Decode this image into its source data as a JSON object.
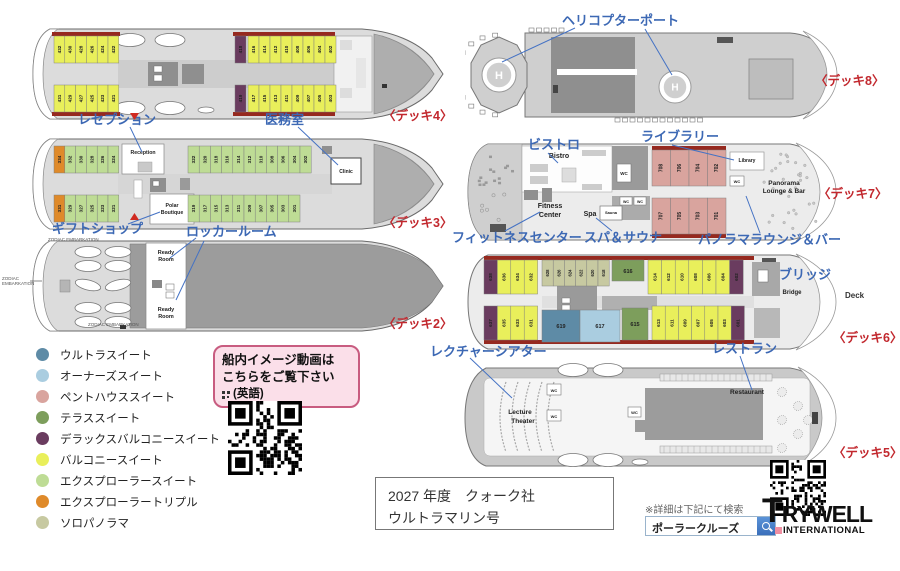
{
  "colors": {
    "ultra": "#5e8ba6",
    "owners": "#aacde0",
    "penthouse": "#d9a49e",
    "terrace": "#7d9e5c",
    "deluxe": "#6a3c5f",
    "balcony": "#e9ef5b",
    "explorer": "#bedc95",
    "triple": "#df8a2a",
    "solo": "#c7c9a1",
    "strip_red": "#96291f",
    "callout_blue": "#3c68b4",
    "deck_label_red": "#c2282e"
  },
  "legend": {
    "items": [
      {
        "id": "ultra",
        "label": "ウルトラスイート",
        "color": "#5e8ba6"
      },
      {
        "id": "owners",
        "label": "オーナーズスイート",
        "color": "#aacde0"
      },
      {
        "id": "penthouse",
        "label": "ペントハウススイート",
        "color": "#d9a49e"
      },
      {
        "id": "terrace",
        "label": "テラススイート",
        "color": "#7d9e5c"
      },
      {
        "id": "deluxe",
        "label": "デラックスバルコニースイート",
        "color": "#6a3c5f"
      },
      {
        "id": "balcony",
        "label": "バルコニースイート",
        "color": "#e9ef5b"
      },
      {
        "id": "explorer",
        "label": "エクスプローラースイート",
        "color": "#bedc95"
      },
      {
        "id": "triple",
        "label": "エクスプローラートリプル",
        "color": "#df8a2a"
      },
      {
        "id": "solo",
        "label": "ソロパノラマ",
        "color": "#c7c9a1"
      }
    ]
  },
  "callouts": {
    "reception": "レセプション",
    "medical": "医務室",
    "gift": "ギフトショップ",
    "locker": "ロッカールーム",
    "heliport": "ヘリコプターポート",
    "bistro": "ビストロ",
    "library": "ライブラリー",
    "fitness": "フィットネスセンター",
    "spa": "スパ＆サウナ",
    "panorama": "パノラマラウンジ＆バー",
    "bridge": "ブリッジ",
    "lecture": "レクチャーシアター",
    "restaurant": "レストラン"
  },
  "decks": {
    "deck4": {
      "label": "〈デッキ4〉",
      "blocks": {
        "top_left": [
          [
            "432",
            "balcony"
          ],
          [
            "430",
            "balcony"
          ],
          [
            "428",
            "balcony"
          ],
          [
            "426",
            "balcony"
          ],
          [
            "424",
            "balcony"
          ],
          [
            "422",
            "balcony"
          ]
        ],
        "top_mid": [
          [
            "418",
            "deluxe"
          ]
        ],
        "top_right": [
          [
            "416",
            "balcony"
          ],
          [
            "414",
            "balcony"
          ],
          [
            "412",
            "balcony"
          ],
          [
            "410",
            "balcony"
          ],
          [
            "408",
            "balcony"
          ],
          [
            "406",
            "balcony"
          ],
          [
            "404",
            "balcony"
          ],
          [
            "402",
            "balcony"
          ]
        ],
        "bottom_left": [
          [
            "431",
            "balcony"
          ],
          [
            "429",
            "balcony"
          ],
          [
            "427",
            "balcony"
          ],
          [
            "425",
            "balcony"
          ],
          [
            "423",
            "balcony"
          ],
          [
            "421",
            "balcony"
          ]
        ],
        "bottom_mid": [
          [
            "419",
            "deluxe"
          ]
        ],
        "bottom_right": [
          [
            "417",
            "balcony"
          ],
          [
            "415",
            "balcony"
          ],
          [
            "413",
            "balcony"
          ],
          [
            "411",
            "balcony"
          ],
          [
            "409",
            "balcony"
          ],
          [
            "407",
            "balcony"
          ],
          [
            "405",
            "balcony"
          ],
          [
            "403",
            "balcony"
          ]
        ]
      }
    },
    "deck3": {
      "label": "〈デッキ3〉",
      "rooms": {
        "reception": "Reception",
        "boutique_1": "Polar",
        "boutique_2": "Boutique",
        "clinic": "Clinic"
      },
      "blocks": {
        "top_left": [
          [
            "334",
            "triple"
          ],
          [
            "332",
            "explorer"
          ],
          [
            "330",
            "explorer"
          ],
          [
            "328",
            "explorer"
          ],
          [
            "326",
            "explorer"
          ],
          [
            "324",
            "explorer"
          ]
        ],
        "top_right": [
          [
            "322",
            "explorer"
          ],
          [
            "320",
            "explorer"
          ],
          [
            "318",
            "explorer"
          ],
          [
            "316",
            "explorer"
          ],
          [
            "314",
            "explorer"
          ],
          [
            "312",
            "explorer"
          ],
          [
            "310",
            "explorer"
          ],
          [
            "308",
            "explorer"
          ],
          [
            "306",
            "explorer"
          ],
          [
            "304",
            "explorer"
          ],
          [
            "302",
            "explorer"
          ]
        ],
        "bottom_left": [
          [
            "331",
            "triple"
          ],
          [
            "329",
            "explorer"
          ],
          [
            "327",
            "explorer"
          ],
          [
            "325",
            "explorer"
          ],
          [
            "323",
            "explorer"
          ],
          [
            "321",
            "explorer"
          ]
        ],
        "bottom_right": [
          [
            "319",
            "explorer"
          ],
          [
            "317",
            "explorer"
          ],
          [
            "315",
            "explorer"
          ],
          [
            "313",
            "explorer"
          ],
          [
            "311",
            "explorer"
          ],
          [
            "309",
            "explorer"
          ],
          [
            "307",
            "explorer"
          ],
          [
            "305",
            "explorer"
          ],
          [
            "303",
            "explorer"
          ],
          [
            "301",
            "explorer"
          ]
        ]
      }
    },
    "deck2": {
      "label": "〈デッキ2〉",
      "rooms": {
        "ready_room_1": "Ready",
        "ready_room_2": "Room"
      },
      "zodiac": "ZODIAC EMBARKATION"
    },
    "deck8": {
      "label": "〈デッキ8〉",
      "helipad_letter": "H"
    },
    "deck7": {
      "label": "〈デッキ7〉",
      "rooms": {
        "bistro": "Bistro",
        "library": "Library",
        "wc": "WC",
        "panorama_1": "Panorama",
        "panorama_2": "Lounge & Bar",
        "fitness_1": "Fitness",
        "fitness_2": "Center",
        "spa": "Spa",
        "sauna": "Sauna"
      },
      "blocks": {
        "top": [
          [
            "708",
            "penthouse"
          ],
          [
            "706",
            "penthouse"
          ],
          [
            "704",
            "penthouse"
          ],
          [
            "702",
            "penthouse"
          ]
        ],
        "bottom": [
          [
            "707",
            "penthouse"
          ],
          [
            "705",
            "penthouse"
          ],
          [
            "703",
            "penthouse"
          ],
          [
            "701",
            "penthouse"
          ]
        ]
      }
    },
    "deck6": {
      "label": "〈デッキ6〉",
      "rooms": {
        "bridge": "Bridge"
      },
      "deck_text": "Deck",
      "blocks": {
        "top_left": [
          [
            "638",
            "deluxe"
          ],
          [
            "636",
            "balcony"
          ],
          [
            "634",
            "balcony"
          ],
          [
            "632",
            "balcony"
          ]
        ],
        "top_solo": [
          [
            "628",
            "solo"
          ],
          [
            "626",
            "solo"
          ],
          [
            "624",
            "solo"
          ],
          [
            "622",
            "solo"
          ],
          [
            "620",
            "solo"
          ],
          [
            "618",
            "solo"
          ]
        ],
        "top_mid": [
          [
            "616",
            "terrace"
          ]
        ],
        "top_right": [
          [
            "614",
            "balcony"
          ],
          [
            "612",
            "balcony"
          ],
          [
            "610",
            "balcony"
          ],
          [
            "608",
            "balcony"
          ],
          [
            "606",
            "balcony"
          ],
          [
            "604",
            "balcony"
          ],
          [
            "602",
            "deluxe"
          ]
        ],
        "bottom_left": [
          [
            "637",
            "deluxe"
          ],
          [
            "635",
            "balcony"
          ],
          [
            "633",
            "balcony"
          ],
          [
            "631",
            "balcony"
          ]
        ],
        "bottom_suites": [
          [
            "619",
            "ultra"
          ],
          [
            "617",
            "owners"
          ],
          [
            "615",
            "terrace"
          ]
        ],
        "bottom_right": [
          [
            "613",
            "balcony"
          ],
          [
            "611",
            "balcony"
          ],
          [
            "609",
            "balcony"
          ],
          [
            "607",
            "balcony"
          ],
          [
            "605",
            "balcony"
          ],
          [
            "603",
            "balcony"
          ],
          [
            "601",
            "deluxe"
          ]
        ]
      }
    },
    "deck5": {
      "label": "〈デッキ5〉",
      "rooms": {
        "lecture_1": "Lecture",
        "lecture_2": "Theater",
        "restaurant": "Restaurant",
        "wc": "WC"
      }
    }
  },
  "video_box": {
    "line1": "船内イメージ動画は",
    "line2": "こちらをご覧下さい",
    "line3": "(英語)"
  },
  "info_box": {
    "line1": "2027 年度　クォーク社",
    "line2": "ウルトラマリン号"
  },
  "search": {
    "note": "※詳細は下記にて検索",
    "query": "ポーラークルーズ"
  },
  "logo": {
    "name": "TRYWELL",
    "sub": "INTERNATIONAL"
  }
}
